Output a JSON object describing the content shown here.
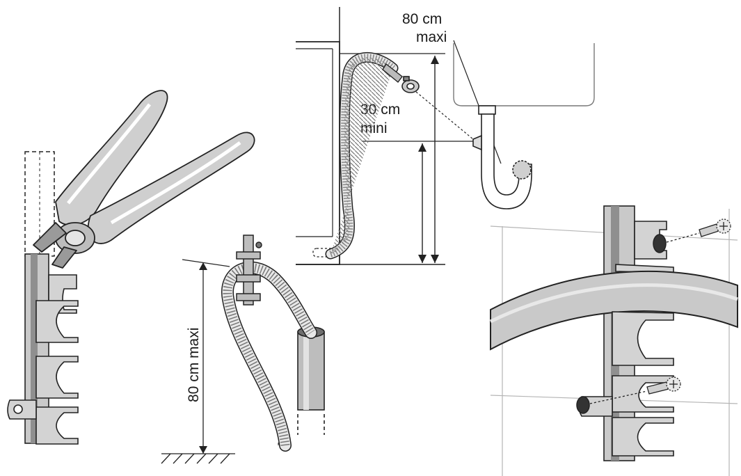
{
  "labels": {
    "max_top_line1": "80 cm",
    "max_top_line2": "maxi",
    "min_line1": "30 cm",
    "min_line2": "mini",
    "max_vertical": "80 cm maxi"
  },
  "colors": {
    "line": "#222222",
    "part_fill": "#c9c9c9",
    "part_dark": "#8f8f8f",
    "light_line": "#b5b5b5"
  },
  "icons": [
    "pliers-icon",
    "hose-clip-icon",
    "screw-icon",
    "siphon-icon",
    "drain-pipe-icon"
  ]
}
